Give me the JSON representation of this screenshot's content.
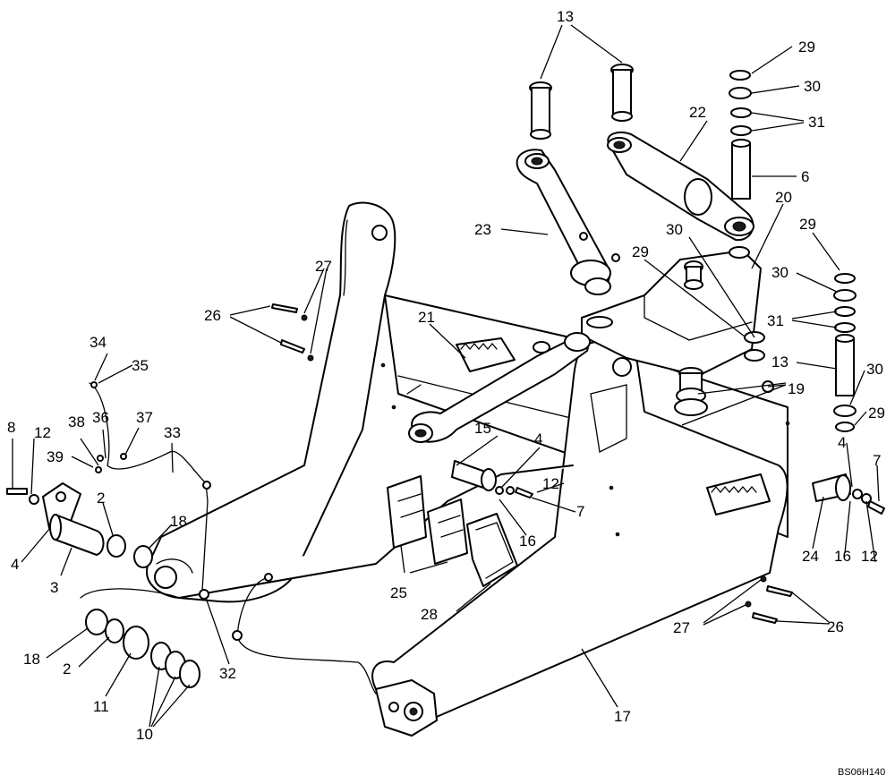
{
  "drawing_ref": "BS06H140",
  "callouts": [
    "13",
    "29",
    "30",
    "31",
    "22",
    "6",
    "23",
    "20",
    "29",
    "30",
    "29",
    "30",
    "31",
    "27",
    "26",
    "21",
    "13",
    "30",
    "19",
    "29",
    "34",
    "35",
    "38",
    "36",
    "37",
    "33",
    "8",
    "12",
    "39",
    "15",
    "4",
    "4",
    "7",
    "12",
    "7",
    "2",
    "18",
    "16",
    "24",
    "16",
    "12",
    "4",
    "3",
    "25",
    "28",
    "27",
    "26",
    "18",
    "2",
    "32",
    "11",
    "10",
    "17"
  ],
  "colors": {
    "line": "#000000",
    "background": "#ffffff"
  }
}
